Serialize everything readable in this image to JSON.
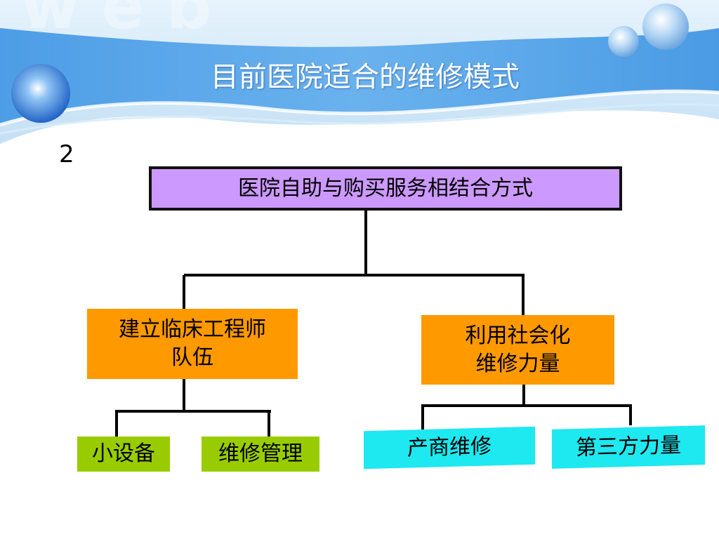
{
  "slide": {
    "title": "目前医院适合的维修模式",
    "number": "2"
  },
  "diagram": {
    "root": {
      "label": "医院自助与购买服务相结合方式"
    },
    "left_branch": {
      "label_line1": "建立临床工程师",
      "label_line2": "队伍",
      "children": [
        "小设备",
        "维修管理"
      ]
    },
    "right_branch": {
      "label_line1": "利用社会化",
      "label_line2": "维修力量",
      "children": [
        "产商维修",
        "第三方力量"
      ]
    }
  },
  "colors": {
    "root_fill": "#cc99ff",
    "branch_fill": "#ff9900",
    "left_leaf_fill": "#99cc00",
    "right_leaf_fill": "#1ee8f0",
    "banner_blue": "#5ea8e8",
    "connector": "#000000"
  },
  "icons": [
    "glass-orb-icon"
  ]
}
